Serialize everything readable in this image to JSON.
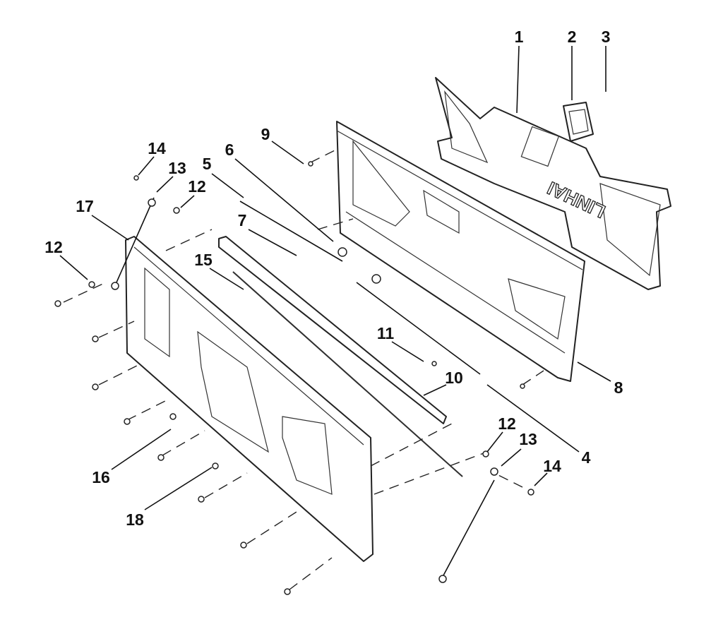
{
  "diagram": {
    "logo_text": "LINHAI",
    "callouts": [
      "1",
      "2",
      "3",
      "9",
      "14",
      "13",
      "6",
      "5",
      "12",
      "17",
      "12",
      "7",
      "15",
      "11",
      "10",
      "8",
      "12",
      "13",
      "14",
      "4",
      "16",
      "18"
    ]
  }
}
